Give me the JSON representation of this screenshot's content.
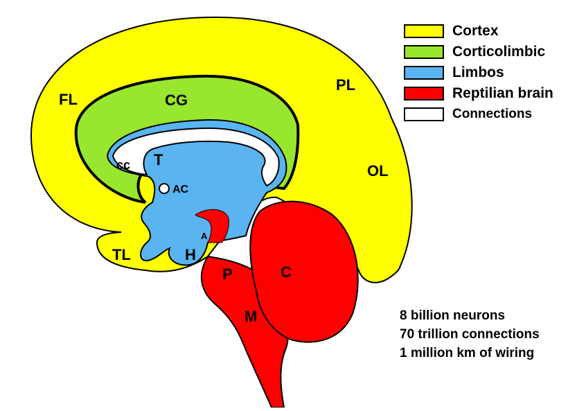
{
  "legend": [
    {
      "label": "Cortex",
      "color": "#FFFF00"
    },
    {
      "label": "Corticolimbic",
      "color": "#99E62E"
    },
    {
      "label": "Limbos",
      "color": "#59B4F0"
    },
    {
      "label": "Reptilian brain",
      "color": "#FF0000"
    },
    {
      "label": "Connections",
      "color": "#FFFFFF"
    }
  ],
  "labels": {
    "fl": "FL",
    "cg": "CG",
    "pl": "PL",
    "ol": "OL",
    "cc": "cc",
    "t": "T",
    "ac": "AC",
    "tl": "TL",
    "h": "H",
    "a": "A",
    "p": "P",
    "c": "C",
    "m": "M"
  },
  "stats": [
    "8 billion neurons",
    "70 trillion connections",
    "1 million km of wiring"
  ]
}
